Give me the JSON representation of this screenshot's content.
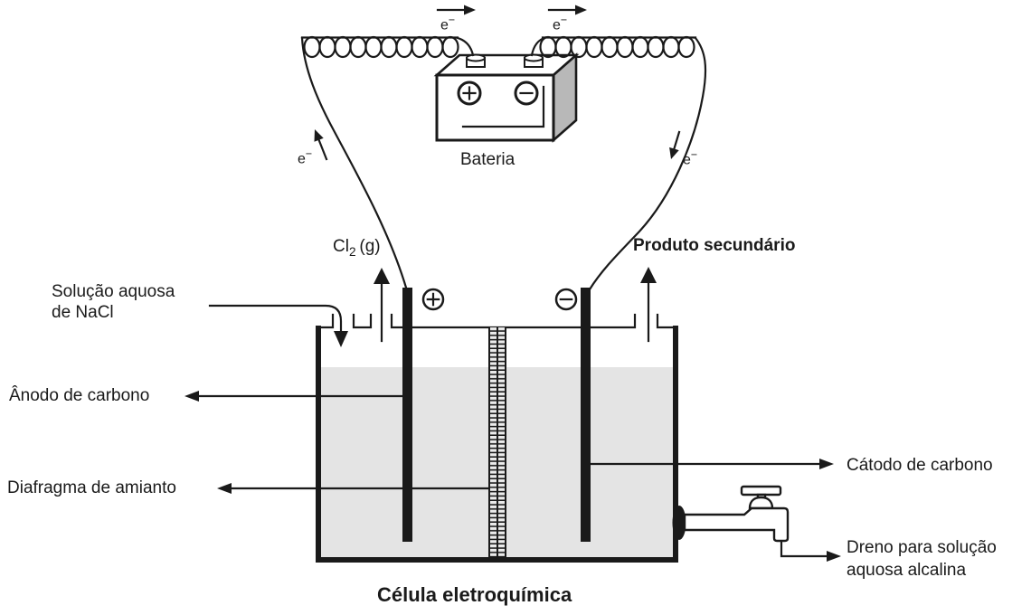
{
  "colors": {
    "line": "#1a1a1a",
    "water": "#e4e4e4",
    "battery_side": "#b8b8b8"
  },
  "circuit": {
    "battery_label": "Bateria",
    "electron": {
      "base": "e",
      "sup": "−"
    }
  },
  "icons": {
    "battery_positive": "⊕",
    "battery_negative": "⊖",
    "anode_polarity": "⊕",
    "cathode_polarity": "⊖"
  },
  "cell": {
    "chlorine": {
      "base": "Cl",
      "sub": "2",
      "suffix": "(g)"
    },
    "secondary_product": "Produto secundário",
    "inlet_line1": "Solução aquosa",
    "inlet_line2": "de NaCl",
    "anode_label": "Ânodo de carbono",
    "diaphragm_label": "Diafragma de amianto",
    "cathode_label": "Cátodo de carbono",
    "drain_line1": "Dreno para solução",
    "drain_line2": "aquosa alcalina",
    "title": "Célula eletroquímica"
  }
}
